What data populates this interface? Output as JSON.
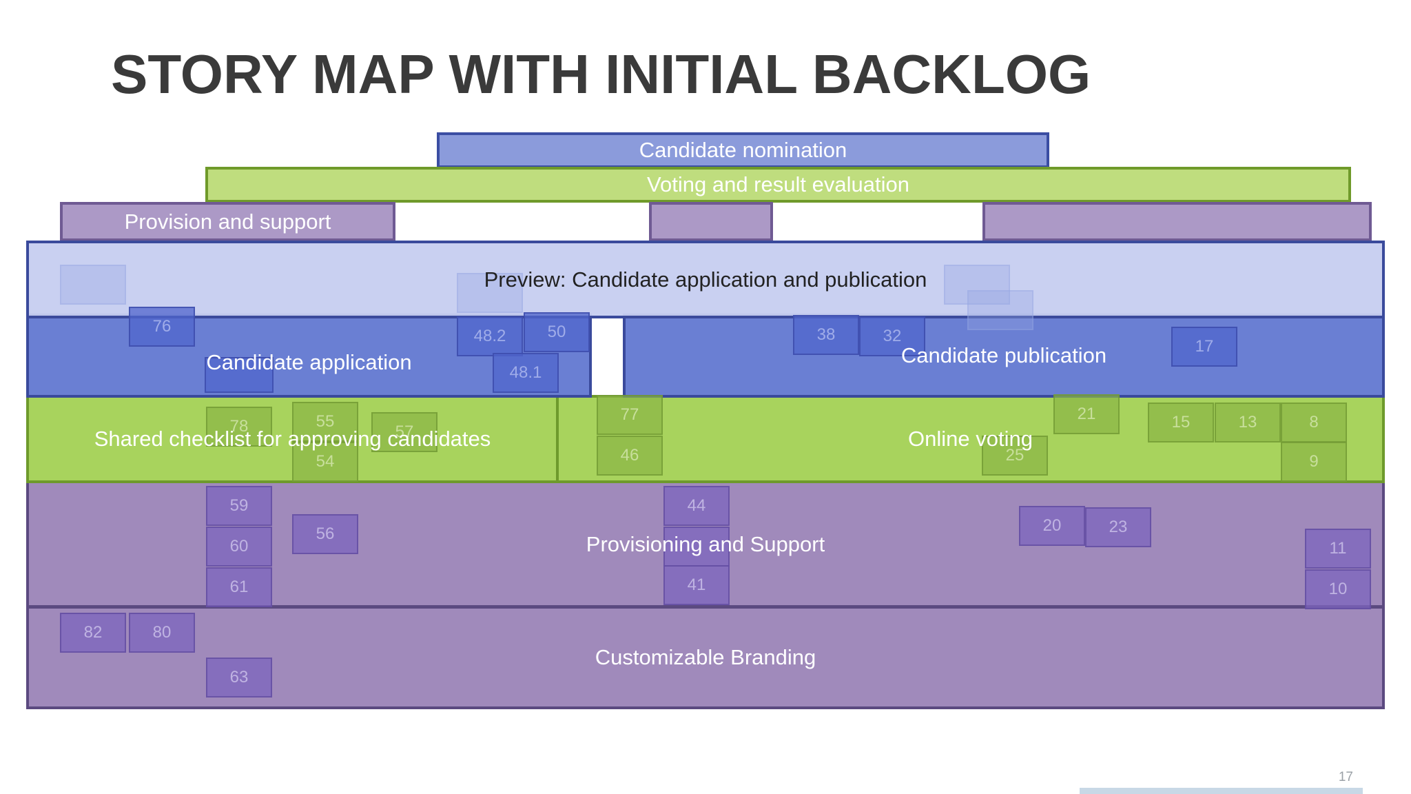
{
  "title": "STORY MAP WITH INITIAL BACKLOG",
  "epics": {
    "candidate_nomination": "Candidate nomination",
    "voting_and_result_evaluation": "Voting and result evaluation",
    "provision_and_support": "Provision and support"
  },
  "lanes": {
    "preview": "Preview: Candidate application and publication",
    "candidate_application": "Candidate application",
    "candidate_publication": "Candidate publication",
    "shared_checklist": "Shared checklist for approving candidates",
    "online_voting": "Online voting",
    "provisioning_support": "Provisioning and Support",
    "customizable_branding": "Customizable Branding"
  },
  "cards": {
    "c76": "76",
    "c48_2": "48.2",
    "c50": "50",
    "c48_1": "48.1",
    "c38": "38",
    "c32": "32",
    "c17": "17",
    "c78": "78",
    "c55": "55",
    "c57": "57",
    "c54": "54",
    "c77": "77",
    "c46": "46",
    "c21": "21",
    "c25": "25",
    "c15": "15",
    "c13": "13",
    "c8": "8",
    "c9": "9",
    "c59": "59",
    "c60": "60",
    "c61": "61",
    "c56": "56",
    "c44": "44",
    "c41": "41",
    "c20": "20",
    "c23": "23",
    "c11": "11",
    "c10": "10",
    "c82": "82",
    "c80": "80",
    "c63": "63"
  },
  "page_number": "17",
  "colors": {
    "epic_blue": "#8b9bdb",
    "epic_green": "#bfdd7e",
    "epic_purple": "#ac99c6",
    "lane_blue": "#6a7fd3",
    "lane_green": "#a8d35d",
    "lane_purple": "#a08abb",
    "preview": "#c6cdf0"
  }
}
